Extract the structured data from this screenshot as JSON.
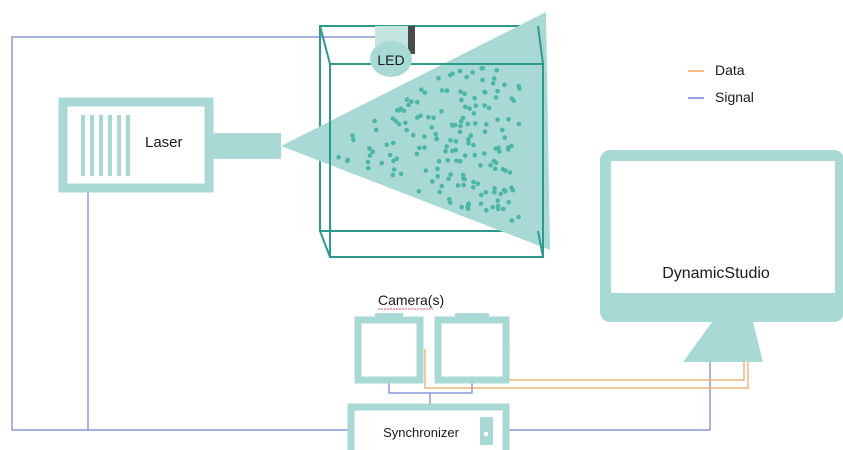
{
  "labels": {
    "laser": "Laser",
    "led": "LED",
    "cameras": "Camera(s)",
    "synchronizer": "Synchronizer",
    "software": "DynamicStudio"
  },
  "legend": {
    "data": "Data",
    "signal": "Signal"
  },
  "colors": {
    "equipment": "#a9d9d4",
    "equipment_stroke": "#8fcdc7",
    "volume_edge": "#2e9a8e",
    "particles": "#4db4a8",
    "data_line": "#f0a35e",
    "signal_line": "#6f84d1"
  }
}
